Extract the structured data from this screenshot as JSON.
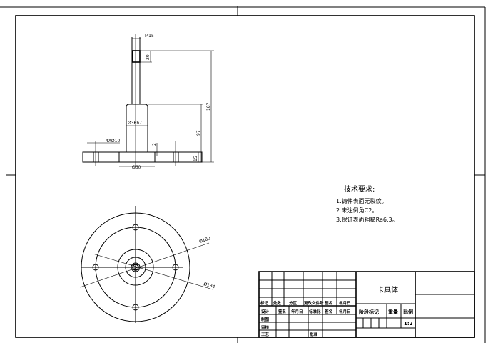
{
  "drawing": {
    "part_name": "卡具体",
    "scale": "1:2",
    "front_view_dims": {
      "thread": "M15",
      "thread_length": "20",
      "total_height": "187",
      "body_height": "97",
      "body_diameter": "Ø36h7",
      "holes": "4XØ10",
      "boss_diameter": "Ø60",
      "chamfer": "2",
      "base_thickness": "15"
    },
    "top_view_dims": {
      "pcd": "Ø180",
      "outer": "Ø134"
    },
    "tech_requirements": {
      "title": "技术要求:",
      "items": [
        "1.铸件表面无裂纹。",
        "2.未注倒角C2。",
        "3.保证表面粗糙Ra6.3。"
      ]
    },
    "title_block": {
      "row_headers": [
        "标记",
        "处数",
        "分区",
        "更改文件号",
        "签名",
        "年月日"
      ],
      "row2": [
        "设计",
        "签名",
        "年月日",
        "标准化",
        "签名",
        "年月日"
      ],
      "design": "制图",
      "review": "审核",
      "process": "工艺",
      "approve": "批准",
      "stage_mark": "阶段标记",
      "weight": "重量",
      "ratio": "比例"
    }
  }
}
